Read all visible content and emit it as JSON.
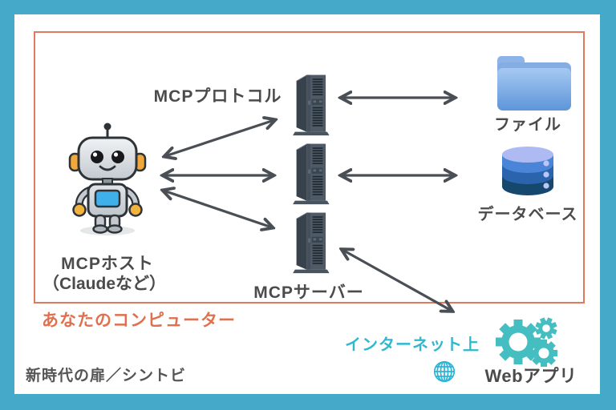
{
  "frame": {
    "border_color": "#45A9C9",
    "background": "#FFFFFF"
  },
  "computer_box": {
    "border_color": "#E2795C",
    "caption": "あなたのコンピューター",
    "caption_color": "#E0704E"
  },
  "nodes": {
    "protocol_label": "MCPプロトコル",
    "host": {
      "icon": "robot-icon",
      "label_line1": "MCPホスト",
      "label_line2": "（Claudeなど）"
    },
    "servers": {
      "icon": "server-tower-icon",
      "count": 3,
      "label": "MCPサーバー"
    },
    "file": {
      "icon": "folder-icon",
      "label": "ファイル"
    },
    "database": {
      "icon": "database-icon",
      "label": "データベース"
    },
    "webapp": {
      "icon": "gears-icon",
      "label": "Webアプリ"
    }
  },
  "internet": {
    "label": "インターネット上",
    "color": "#2FB9CE",
    "icon": "globe-icon"
  },
  "credit": "新時代の扉／シントビ",
  "colors": {
    "arrow": "#4A4F55",
    "text_dark": "#4B4B4B",
    "teal_icon": "#45BEC1",
    "globe": "#2BB4D6",
    "folder_top": "#A6C9F2",
    "folder_bottom": "#5E95D9",
    "server_front": "#4E5A66",
    "server_side": "#37424C",
    "db_top": "#AEBAF2",
    "db_mid": "#4A85D8",
    "db_low": "#2A64AC",
    "db_bottom": "#16486E",
    "robot_yellow": "#F2A73B",
    "robot_screen": "#3FB0EA"
  }
}
